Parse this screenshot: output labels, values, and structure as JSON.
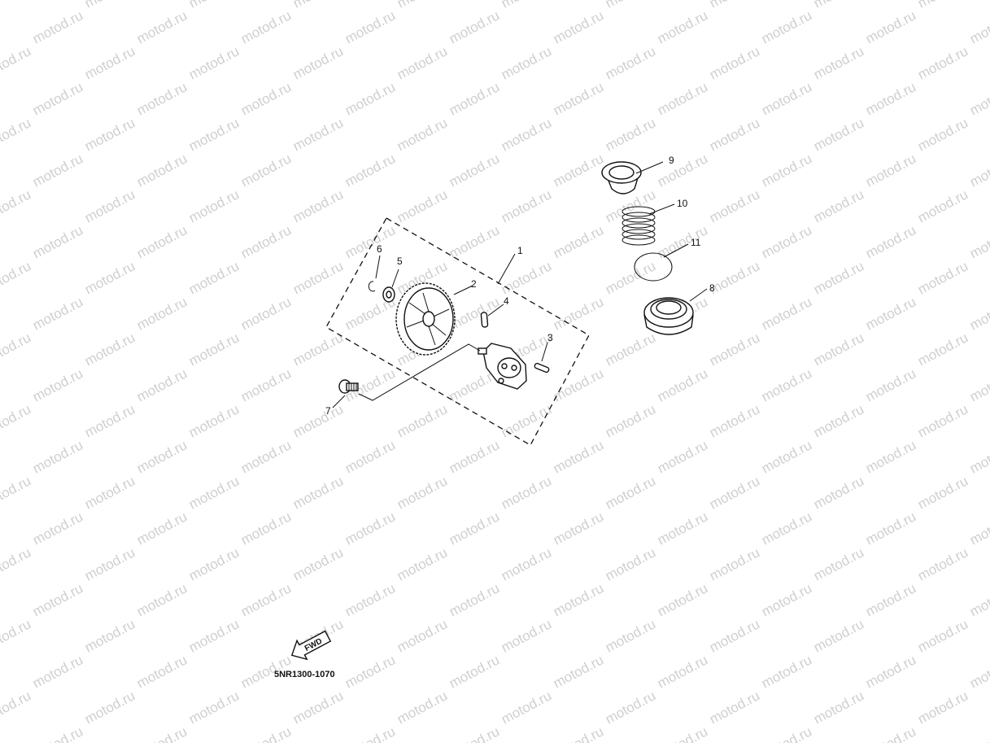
{
  "watermark": "motod.ru",
  "callouts": [
    "1",
    "2",
    "3",
    "4",
    "5",
    "6",
    "7",
    "8",
    "9",
    "10",
    "11"
  ],
  "fwd_label": "FWD",
  "diagram_code": "5NR1300-1070"
}
